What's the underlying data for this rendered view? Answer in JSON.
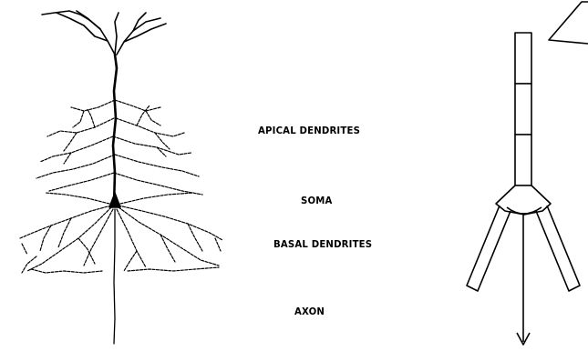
{
  "labels": {
    "apical": "APICAL DENDRITES",
    "soma": "SOMA",
    "basal": "BASAL DENDRITES",
    "axon": "AXON"
  },
  "colors": {
    "ink": "#000000",
    "background": "#ffffff"
  },
  "icons": {
    "neuron": "pyramidal-neuron-drawing",
    "model": "compartment-model-schematic",
    "callout": "speech-bubble-corner"
  }
}
